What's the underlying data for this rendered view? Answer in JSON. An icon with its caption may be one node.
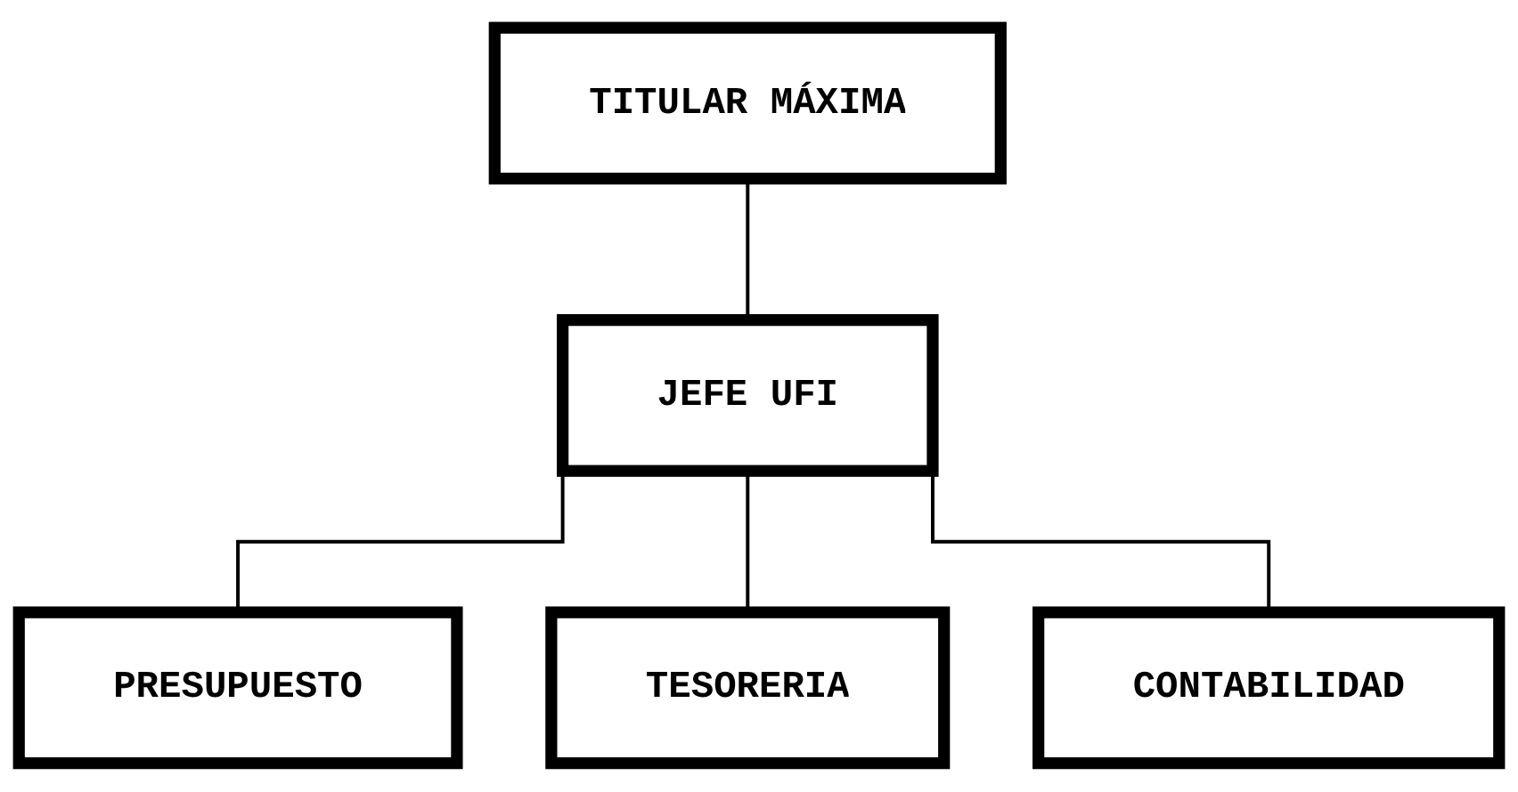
{
  "diagram": {
    "nodes": [
      {
        "text": [
          "TITULAR MÁXIMA"
        ]
      },
      {
        "text": [
          "JEFE UFI"
        ]
      },
      {
        "text": [
          "PRESUPUESTO"
        ]
      },
      {
        "text": [
          "TESORERIA"
        ]
      },
      {
        "text": [
          "CONTABILIDAD"
        ]
      }
    ],
    "edges": [
      {
        "from": 0,
        "to": 1,
        "arrow": "none"
      },
      {
        "from": 1,
        "to": 2,
        "arrow": "none"
      },
      {
        "from": 1,
        "to": 3,
        "arrow": "none"
      },
      {
        "from": 1,
        "to": 4,
        "arrow": "none"
      }
    ]
  }
}
